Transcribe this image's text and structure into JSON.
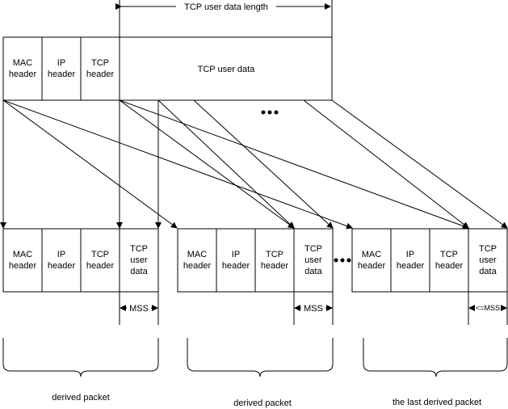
{
  "top": {
    "length_label": "TCP user data length",
    "cells": [
      [
        "MAC",
        "header"
      ],
      [
        "IP",
        "header"
      ],
      [
        "TCP",
        "header"
      ],
      [
        "TCP user data"
      ]
    ]
  },
  "packets": [
    {
      "cells": [
        [
          "MAC",
          "header"
        ],
        [
          "IP",
          "header"
        ],
        [
          "TCP",
          "header"
        ],
        [
          "TCP",
          "user",
          "data"
        ]
      ],
      "size_label": "MSS",
      "caption": "derived packet"
    },
    {
      "cells": [
        [
          "MAC",
          "header"
        ],
        [
          "IP",
          "header"
        ],
        [
          "TCP",
          "header"
        ],
        [
          "TCP",
          "user",
          "data"
        ]
      ],
      "size_label": "MSS",
      "caption": "derived packet"
    },
    {
      "cells": [
        [
          "MAC",
          "header"
        ],
        [
          "IP",
          "header"
        ],
        [
          "TCP",
          "header"
        ],
        [
          "TCP",
          "user",
          "data"
        ]
      ],
      "size_label": "<=MSS",
      "caption": "the last derived packet"
    }
  ]
}
